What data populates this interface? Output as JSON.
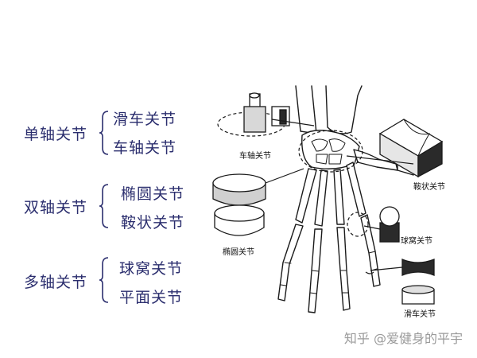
{
  "groups": [
    {
      "category": "单轴关节",
      "items": [
        "滑车关节",
        "车轴关节"
      ]
    },
    {
      "category": "双轴关节",
      "items": [
        "椭圆关节",
        "鞍状关节"
      ]
    },
    {
      "category": "多轴关节",
      "items": [
        "球窝关节",
        "平面关节"
      ]
    }
  ],
  "figure": {
    "labels": {
      "pivot": "车轴关节",
      "saddle": "鞍状关节",
      "ellipsoid": "椭圆关节",
      "ball": "球窝关节",
      "hinge": "滑车关节"
    }
  },
  "watermark": "知乎 @爱健身的平宇",
  "colors": {
    "text": "#2b2e6e",
    "line": "#1a1a1a",
    "watermark": "#9a9a9a"
  }
}
